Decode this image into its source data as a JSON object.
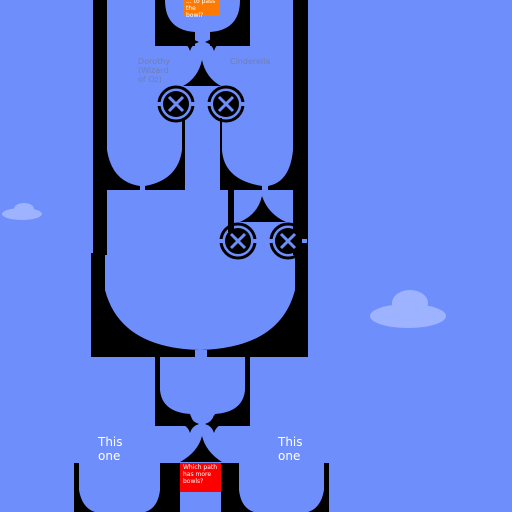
{
  "colors": {
    "sky": "#6e8efc",
    "track": "#000000",
    "cloud": "#9eb3ff",
    "question_top_bg": "#ff7a00",
    "question_bottom_bg": "#ff0000",
    "choice_top_text": "#6f7fb0",
    "choice_bottom_text": "#ffffff"
  },
  "questions": {
    "top": "... to pass the \nbowl?",
    "bottom": "Which path\nhas more\nbowls?"
  },
  "choices": {
    "top_left": "Dorothy\n(Wizard\nof Oz)",
    "top_right": "Cinderella",
    "bottom_left": "This\none",
    "bottom_right": "This\none"
  },
  "icons": {
    "star": "four-point-star-icon",
    "bowl": "bowl-ring-icon",
    "cloud": "cloud-icon"
  }
}
